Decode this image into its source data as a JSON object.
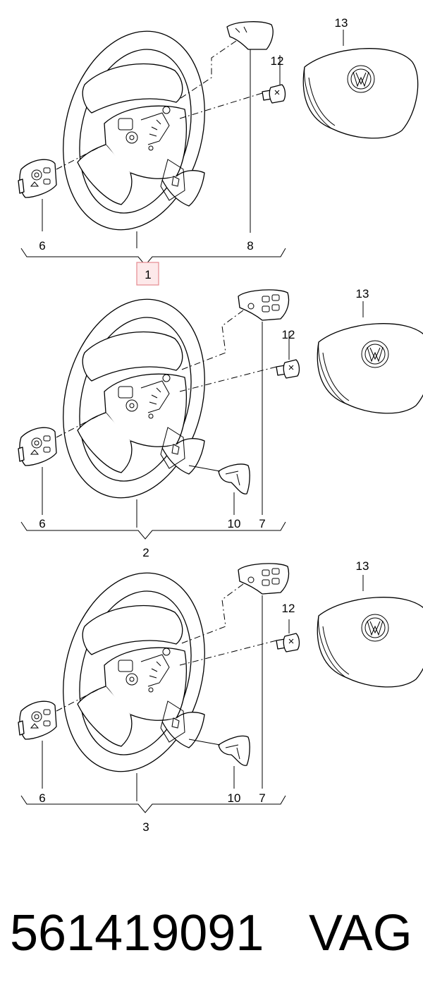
{
  "diagrams": [
    {
      "assembly": "1",
      "callouts": {
        "left_button": "6",
        "right_button": "8",
        "screw": "12",
        "airbag": "13"
      }
    },
    {
      "assembly": "2",
      "callouts": {
        "left_button": "6",
        "right_button": "7",
        "trim": "10",
        "screw": "12",
        "airbag": "13"
      }
    },
    {
      "assembly": "3",
      "callouts": {
        "left_button": "6",
        "right_button": "7",
        "trim": "10",
        "screw": "12",
        "airbag": "13"
      }
    }
  ],
  "highlighted_assembly": "1",
  "colors": {
    "highlight_fill": "#fde9ea",
    "highlight_border": "#e58a90",
    "line": "#000000"
  },
  "footer": {
    "part_number": "561419091",
    "brand": "VAG"
  }
}
